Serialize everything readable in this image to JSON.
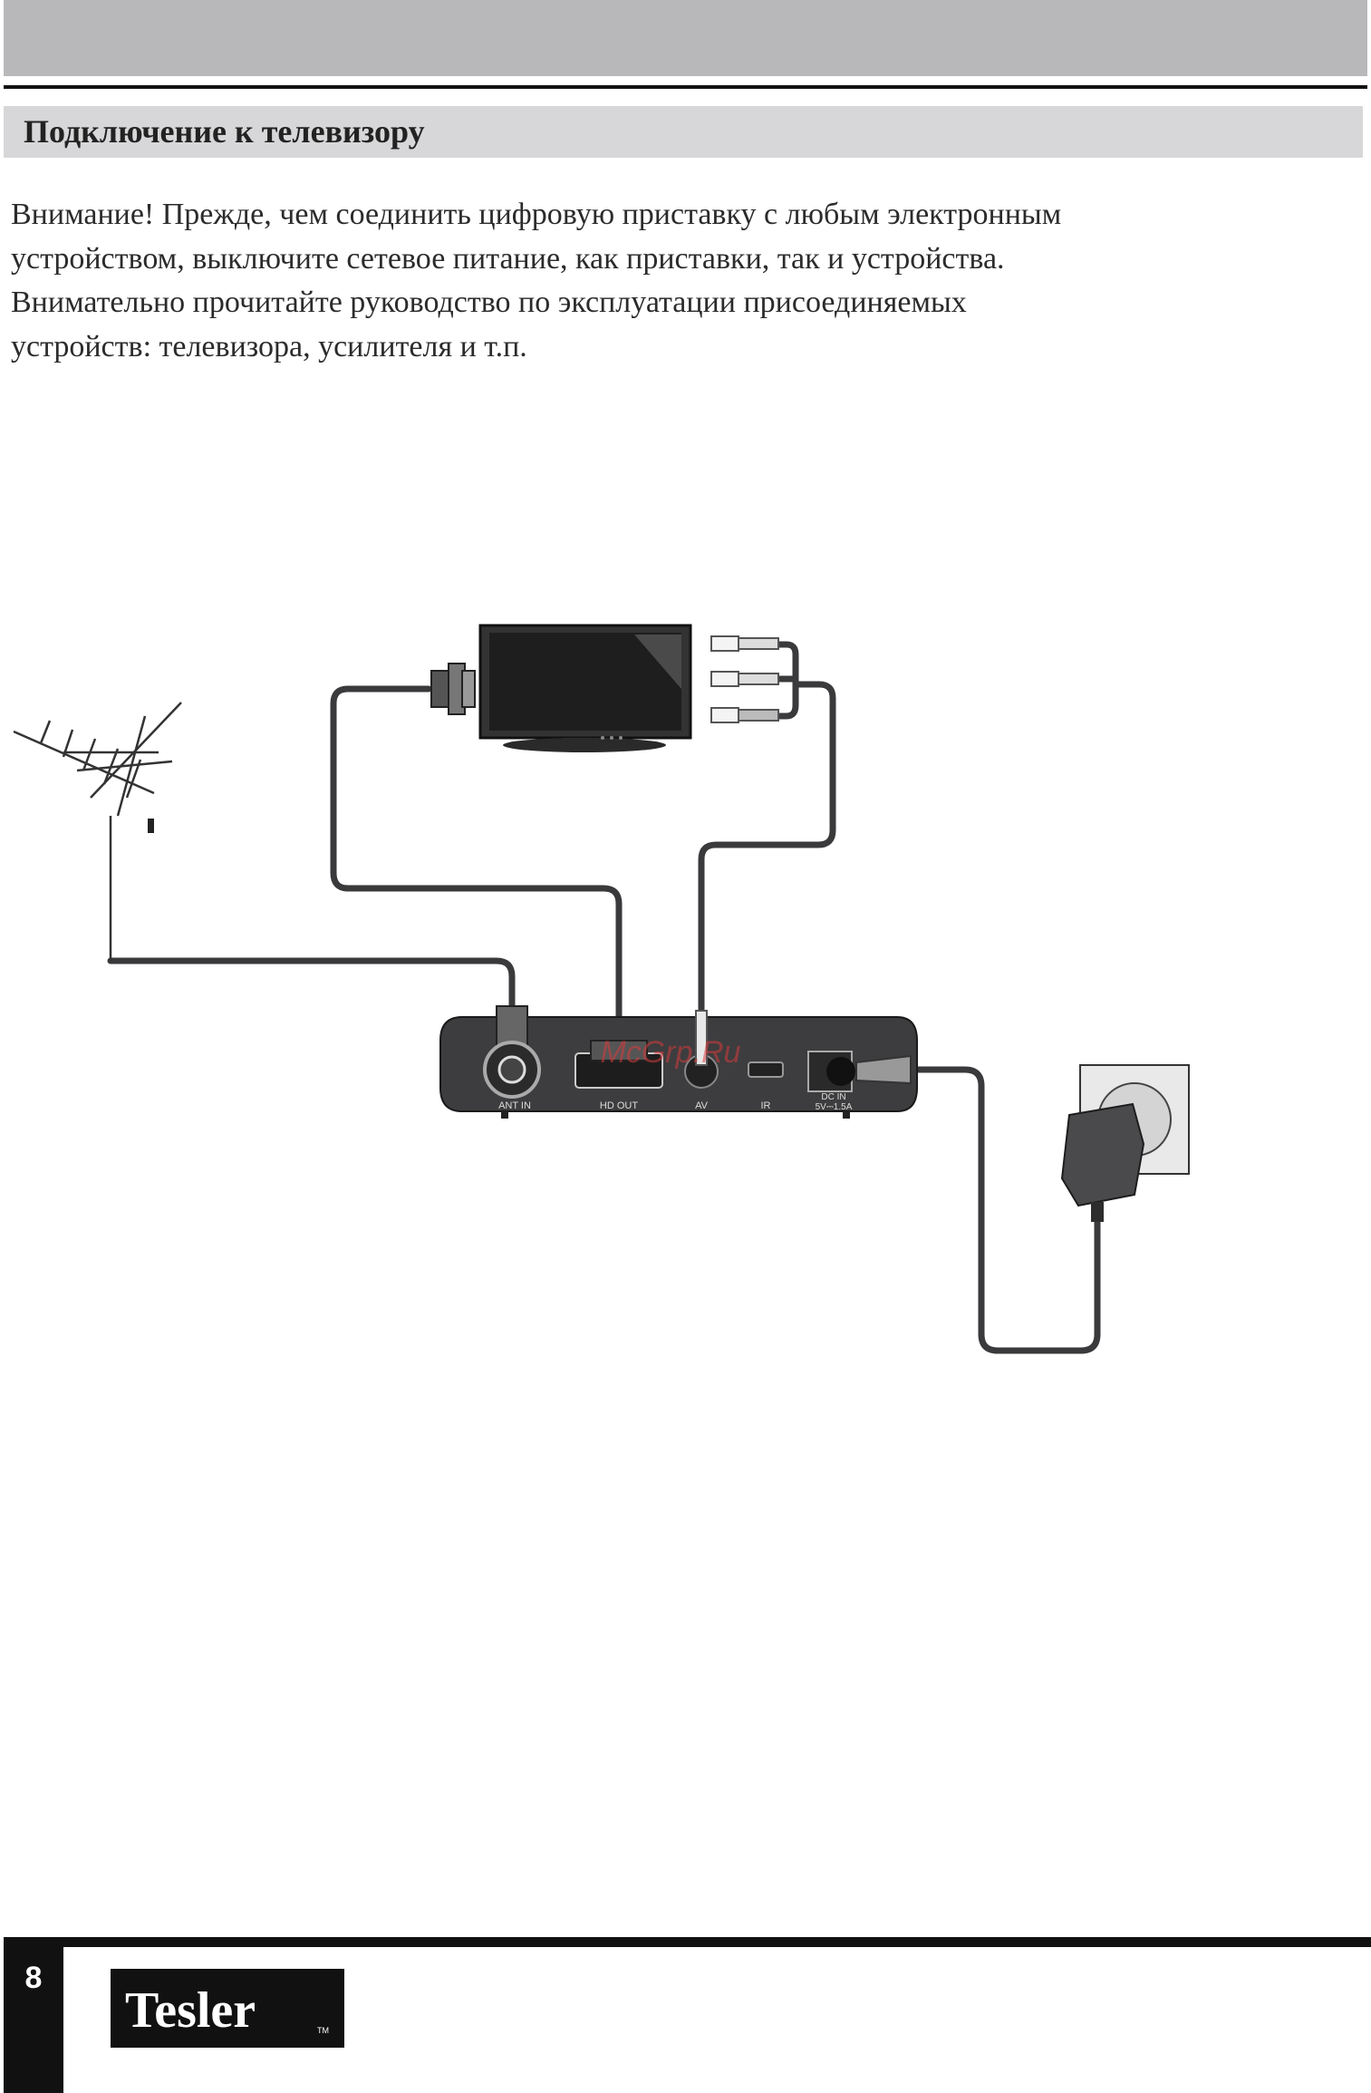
{
  "section": {
    "title": "Подключение к телевизору"
  },
  "warning": {
    "lines": [
      "Внимание! Прежде, чем соединить цифровую приставку с любым электронным",
      "устройством, выключите сетевое питание, как приставки, так и устройства.",
      "Внимательно прочитайте руководство по эксплуатации присоединяемых",
      "устройств: телевизора, усилителя и т.п."
    ]
  },
  "diagram": {
    "ports": {
      "ant_in": "ANT IN",
      "hd_out": "HD OUT",
      "av": "AV",
      "ir": "IR",
      "dc_in_1": "DC IN",
      "dc_in_2": "5V⎓1.5A"
    },
    "watermark": "McGrp.Ru",
    "icons": [
      "antenna-icon",
      "tv-icon",
      "rca-plugs-icon",
      "hdmi-plug-icon",
      "set-top-box-icon",
      "power-adapter-icon",
      "wall-socket-icon"
    ]
  },
  "footer": {
    "page_number": "8",
    "logo_text": "Tesler",
    "logo_tm": "TM"
  }
}
